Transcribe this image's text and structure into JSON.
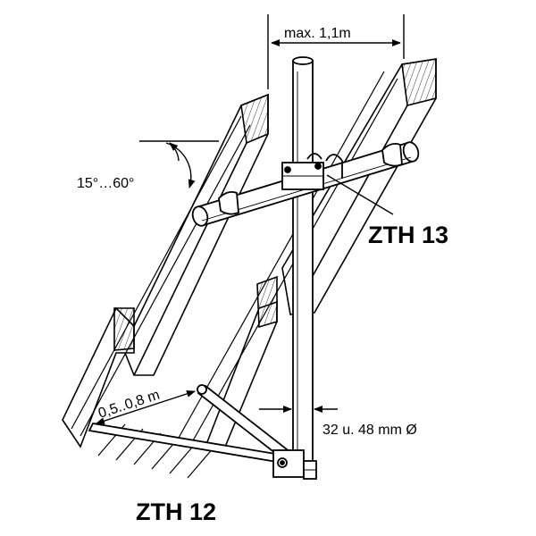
{
  "labels": {
    "max_spacing": "max. 1,1m",
    "angle_range": "15°…60°",
    "part_upper": "ZTH 13",
    "part_lower": "ZTH 12",
    "strut_length": "0,5..0,8 m",
    "mast_diameter": "32 u. 48 mm Ø"
  },
  "colors": {
    "line": "#000000",
    "background": "#ffffff",
    "wood": "#ffffff"
  }
}
